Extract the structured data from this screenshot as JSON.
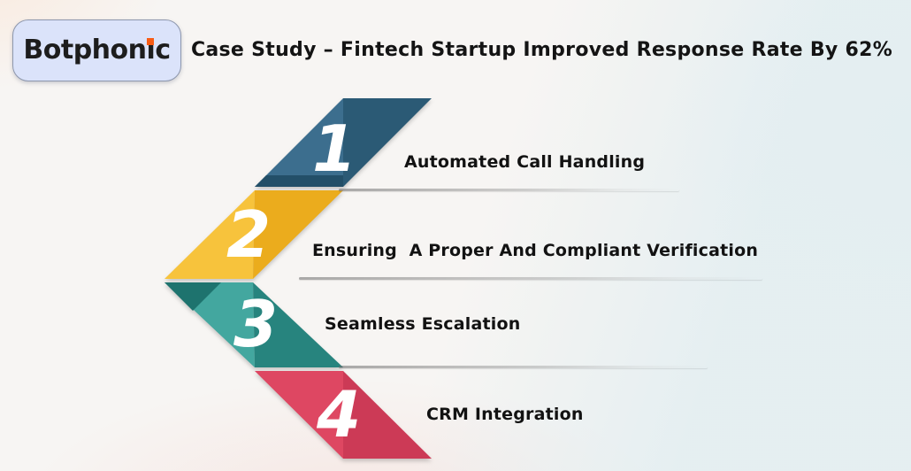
{
  "brand": {
    "pre": "Botphon",
    "i": "i",
    "post": "c"
  },
  "title": "Case Study – Fintech Startup Improved Response Rate By 62%",
  "steps": [
    {
      "number": "1",
      "label": "Automated Call Handling",
      "color": "#3C6E8E",
      "color_dark": "#2B5A75",
      "color_deep": "#234F68"
    },
    {
      "number": "2",
      "label": "Ensuring  A Proper And Compliant Verification",
      "color": "#F7C33C",
      "color_dark": "#EBAC1D"
    },
    {
      "number": "3",
      "label": "Seamless Escalation",
      "color": "#43A79F",
      "color_dark": "#27847E",
      "color_deep": "#1E736E"
    },
    {
      "number": "4",
      "label": "CRM Integration",
      "color": "#DE4762",
      "color_dark": "#CC3A56"
    }
  ],
  "theme": {
    "logo_bg": "#DBE3FA",
    "logo_border": "#8D97AD",
    "dot_orange": "#F85C15",
    "title_color": "#141414",
    "label_color": "#121212",
    "number_color": "#FFFFFF",
    "bg_base": "#F7F5F3",
    "bg_wash": "#E3EEF1",
    "bg_peach": "#FAEADE"
  }
}
